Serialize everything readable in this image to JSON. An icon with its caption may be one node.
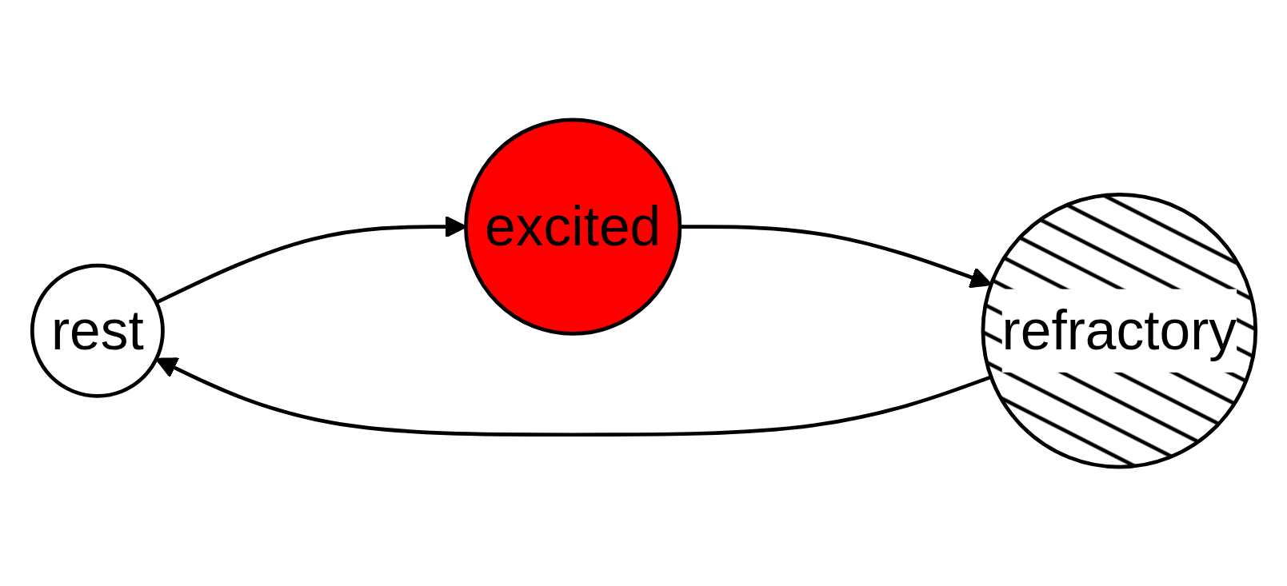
{
  "diagram": {
    "nodes": [
      {
        "text": [
          "rest"
        ]
      },
      {
        "text": [
          "excited"
        ]
      },
      {
        "text": [
          "refractory"
        ]
      }
    ],
    "edges": [
      {
        "from": 0,
        "to": 1,
        "arrow": "to"
      },
      {
        "from": 1,
        "to": 2,
        "arrow": "to"
      },
      {
        "from": 2,
        "to": 0,
        "arrow": "to"
      }
    ]
  }
}
